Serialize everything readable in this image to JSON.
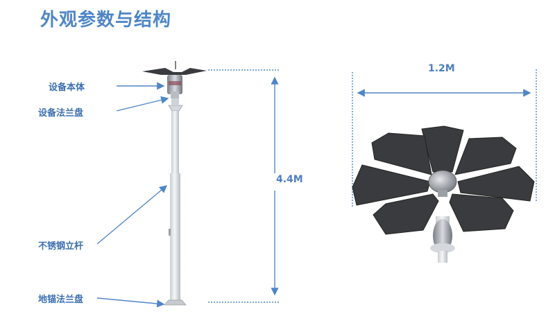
{
  "title": "外观参数与结构",
  "labels": {
    "device_body": "设备本体",
    "device_flange": "设备法兰盘",
    "steel_pole": "不锈钢立杆",
    "anchor_flange": "地锚法兰盘"
  },
  "dimensions": {
    "height": "4.4M",
    "width": "1.2M"
  },
  "colors": {
    "accent": "#4f86c6",
    "label": "#3c6fb0",
    "panel": "#3a3b3e",
    "pole": "#dfe3e7"
  }
}
